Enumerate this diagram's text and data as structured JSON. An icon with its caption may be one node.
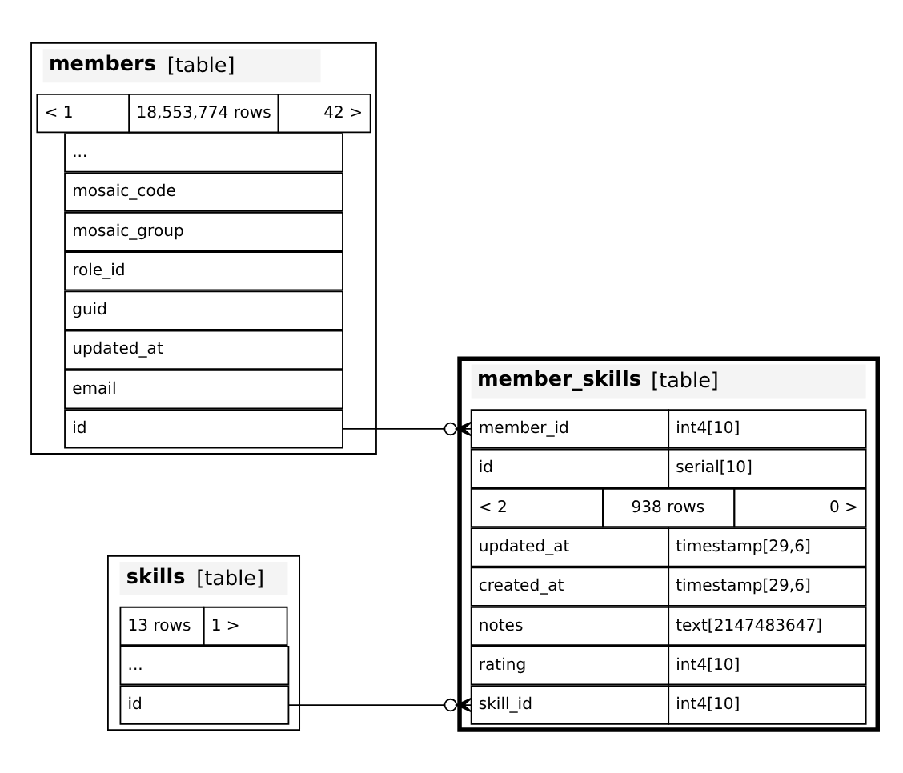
{
  "diagram": {
    "nodes": [
      {
        "text": [
          "members",
          "[table]"
        ]
      },
      {
        "text": [
          "id"
        ],
        "in": 0
      },
      {
        "text": [
          "email"
        ],
        "in": 0
      },
      {
        "text": [
          "updated_at"
        ],
        "in": 0
      },
      {
        "text": [
          "guid"
        ],
        "in": 0
      },
      {
        "text": [
          "role_id"
        ],
        "in": 0
      },
      {
        "text": [
          "mosaic_group"
        ],
        "in": 0
      },
      {
        "text": [
          "mosaic_code"
        ],
        "in": 0
      },
      {
        "text": [
          "..."
        ],
        "in": 0
      },
      {
        "text": [
          "< 1",
          "18,553,774 rows",
          "42 >"
        ],
        "in": 0
      },
      {
        "text": [
          "member_skills",
          "[table]"
        ]
      },
      {
        "text": [
          "id",
          "serial[10]"
        ],
        "in": 10
      },
      {
        "text": [
          "member_id",
          "int4[10]"
        ],
        "in": 10
      },
      {
        "text": [
          "skill_id",
          "int4[10]"
        ],
        "in": 10
      },
      {
        "text": [
          "rating",
          "int4[10]"
        ],
        "in": 10
      },
      {
        "text": [
          "notes",
          "text[2147483647]"
        ],
        "in": 10
      },
      {
        "text": [
          "created_at",
          "timestamp[29,6]"
        ],
        "in": 10
      },
      {
        "text": [
          "updated_at",
          "timestamp[29,6]"
        ],
        "in": 10
      },
      {
        "text": [
          "< 2",
          "938 rows",
          "0 >"
        ],
        "in": 10
      },
      {
        "text": [
          "skills",
          "[table]"
        ]
      },
      {
        "text": [
          "id"
        ],
        "in": 19
      },
      {
        "text": [
          "..."
        ],
        "in": 19
      },
      {
        "text": [
          "13 rows",
          "1 >"
        ],
        "in": 19
      }
    ],
    "edges": [
      {
        "from": 1,
        "to": 12,
        "arrow": "other"
      },
      {
        "from": 20,
        "to": 13,
        "arrow": "other"
      }
    ]
  }
}
